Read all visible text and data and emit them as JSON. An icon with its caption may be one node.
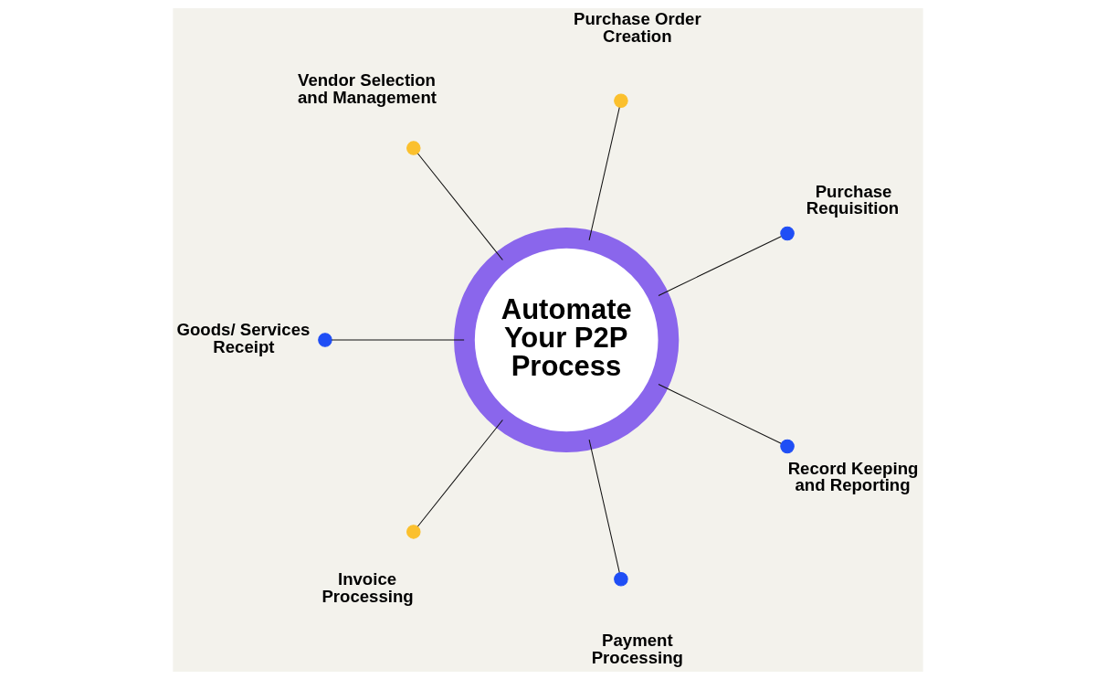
{
  "diagram": {
    "nodes": [
      {
        "text": [
          "Automate Your P2P Process"
        ]
      },
      {
        "text": [],
        "shape": "circle",
        "beside": [
          "Purchase Requisition"
        ]
      },
      {
        "text": [],
        "shape": "circle",
        "beside": [
          "Purchase Order Creation"
        ]
      },
      {
        "text": [],
        "shape": "circle",
        "beside": [
          "Vendor Selection and Management"
        ]
      },
      {
        "text": [],
        "shape": "circle",
        "beside": [
          "Goods/ Services Receipt"
        ]
      },
      {
        "text": [],
        "shape": "circle",
        "beside": [
          "Invoice Processing"
        ]
      },
      {
        "text": [],
        "shape": "circle",
        "beside": [
          "Payment Processing"
        ]
      },
      {
        "text": [],
        "shape": "circle",
        "beside": [
          "Record Keeping and Reporting"
        ]
      }
    ],
    "edges": [
      {
        "from": 0,
        "to": 1,
        "arrow": "none"
      },
      {
        "from": 0,
        "to": 2,
        "arrow": "none"
      },
      {
        "from": 0,
        "to": 3,
        "arrow": "none"
      },
      {
        "from": 0,
        "to": 4,
        "arrow": "none"
      },
      {
        "from": 0,
        "to": 5,
        "arrow": "none"
      },
      {
        "from": 0,
        "to": 6,
        "arrow": "none"
      },
      {
        "from": 0,
        "to": 7,
        "arrow": "none"
      }
    ]
  }
}
